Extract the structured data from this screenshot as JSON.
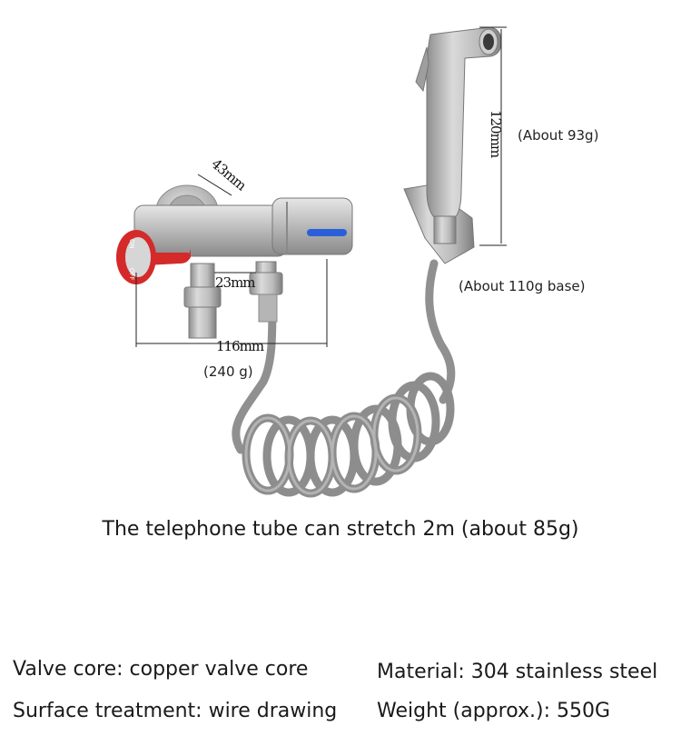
{
  "dimensions": {
    "handle_width": "43mm",
    "outlet_spacing": "23mm",
    "valve_length": "116mm",
    "sprayer_length": "120mm"
  },
  "weights": {
    "valve": "(240 g)",
    "sprayer": "(About 93g)",
    "base": "(About 110g base)"
  },
  "valve_markings": {
    "on": "ON",
    "off": "OFF"
  },
  "caption": "The telephone tube can stretch 2m (about 85g)",
  "specs": {
    "valve_core": "Valve core: copper valve core",
    "material": "Material: 304 stainless steel",
    "surface": "Surface treatment: wire drawing",
    "weight": "Weight (approx.): 550G"
  },
  "colors": {
    "hot_accent": "#d42a2a",
    "cold_accent": "#2b5fd9",
    "steel": "#b9b9b9",
    "hose": "#8f8f8f"
  }
}
